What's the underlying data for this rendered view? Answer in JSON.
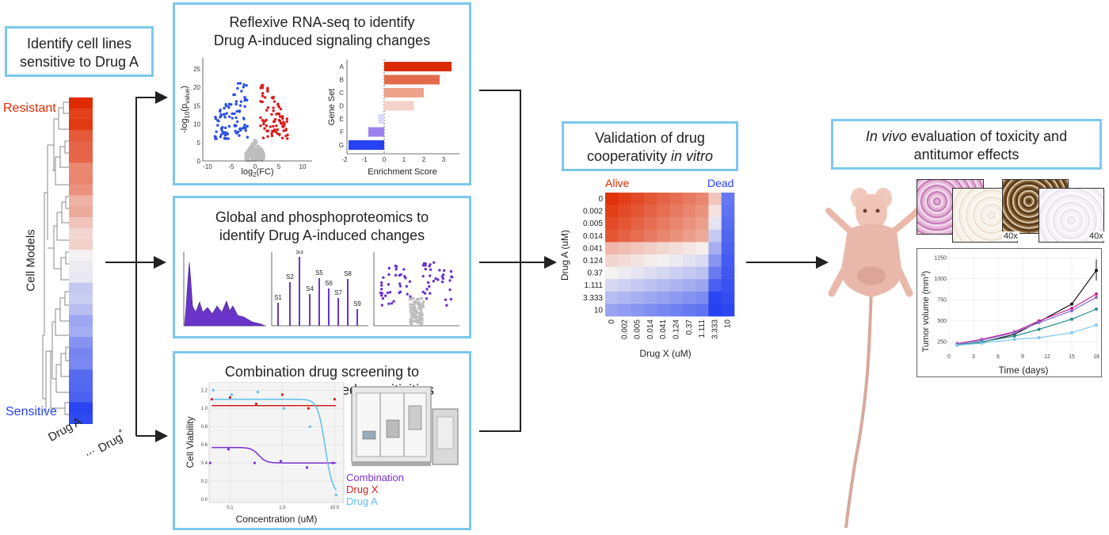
{
  "identify": {
    "line1": "Identify cell lines",
    "line2": "sensitive to Drug A",
    "resistant": "Resistant",
    "sensitive": "Sensitive",
    "cell_models": "Cell Models",
    "drug_a": "Drug A",
    "ellipsis": "...",
    "drug_star": "Drug",
    "star": "*"
  },
  "rnaseq": {
    "line1": "Reflexive RNA-seq to identify",
    "line2": "Drug A-induced signaling changes",
    "volcano": {
      "xlabel_pre": "log",
      "xlabel_sub": "2",
      "xlabel_post": "(FC)",
      "ylabel_pre": "-log",
      "ylabel_sub": "10",
      "ylabel_mid": "(p",
      "ylabel_sub2": "value",
      "ylabel_post": ")",
      "xticks": [
        "-10",
        "-5",
        "0",
        "5",
        "10"
      ],
      "yticks": [
        "0",
        "5",
        "10",
        "15",
        "20",
        "25"
      ]
    },
    "gsea": {
      "ylabel": "Gene Set",
      "xlabel": "Enrichment Score",
      "sets": [
        "A",
        "B",
        "C",
        "D",
        "E",
        "F",
        "G"
      ],
      "xticks": [
        "-2",
        "-1",
        "0",
        "1",
        "2",
        "3"
      ]
    }
  },
  "proteomics": {
    "line1": "Global and phosphoproteomics to",
    "line2": "identify Drug A-induced changes",
    "sites": [
      "S1",
      "S2",
      "S3",
      "S4",
      "S5",
      "S6",
      "S7",
      "S8",
      "S9"
    ]
  },
  "combo": {
    "line1": "Combination drug screening to",
    "line2": "identify Drug A-induced sensitivities",
    "ylabel": "Cell Viability",
    "xlabel": "Concentration (uM)",
    "xticks": [
      "0.1",
      "1.0",
      "10.0"
    ],
    "yticks": [
      "0.0",
      "0.2",
      "0.4",
      "0.6",
      "0.8",
      "1.0",
      "1.2"
    ],
    "legend": {
      "combination": "Combination",
      "drug_x": "Drug X",
      "drug_a": "Drug A"
    },
    "colors": {
      "combination": "#7a2fd0",
      "drug_x": "#cc1f1f",
      "drug_a": "#5fc0ec"
    }
  },
  "validation": {
    "line1": "Validation of drug",
    "line2_pre": "cooperativity ",
    "line2_em": "in vitro",
    "alive": "Alive",
    "dead": "Dead",
    "ylabel": "Drug A (uM)",
    "xlabel": "Drug X (uM)",
    "conc": [
      "0",
      "0.002",
      "0.005",
      "0.014",
      "0.041",
      "0.124",
      "0.37",
      "1.111",
      "3.333",
      "10"
    ]
  },
  "invivo": {
    "line1_em": "In vivo",
    "line1_post": " evaluation of toxicity and",
    "line2": "antitumor effects",
    "mag": "40x",
    "growth": {
      "xlabel": "Time (days)",
      "ylabel_pre": "Tumor volume (mm",
      "ylabel_sup": "3",
      "ylabel_post": ")",
      "xticks": [
        "0",
        "3",
        "6",
        "9",
        "12",
        "15",
        "18"
      ],
      "yticks": [
        "250",
        "500",
        "750",
        "1000",
        "1250"
      ]
    }
  },
  "colors": {
    "box_border": "#7cc8ec",
    "resistant": "#e02a00",
    "sensitive": "#2742f0"
  }
}
